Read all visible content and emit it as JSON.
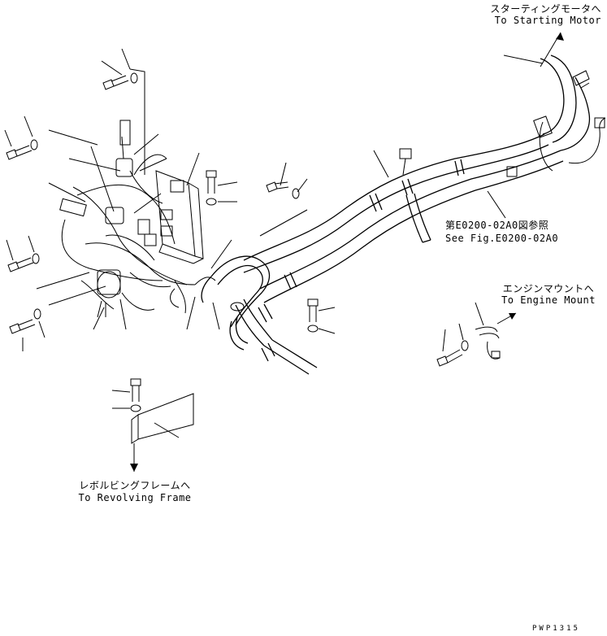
{
  "labels": {
    "starting_motor_jp": "スターティングモータへ",
    "starting_motor_en": "To Starting Motor",
    "see_fig_jp": "第E0200-02A0図参照",
    "see_fig_en": "See Fig.E0200-02A0",
    "engine_mount_jp": "エンジンマウントへ",
    "engine_mount_en": "To Engine Mount",
    "revolving_frame_jp": "レボルビングフレームへ",
    "revolving_frame_en": "To Revolving Frame"
  },
  "drawing_code": "PWP1315"
}
